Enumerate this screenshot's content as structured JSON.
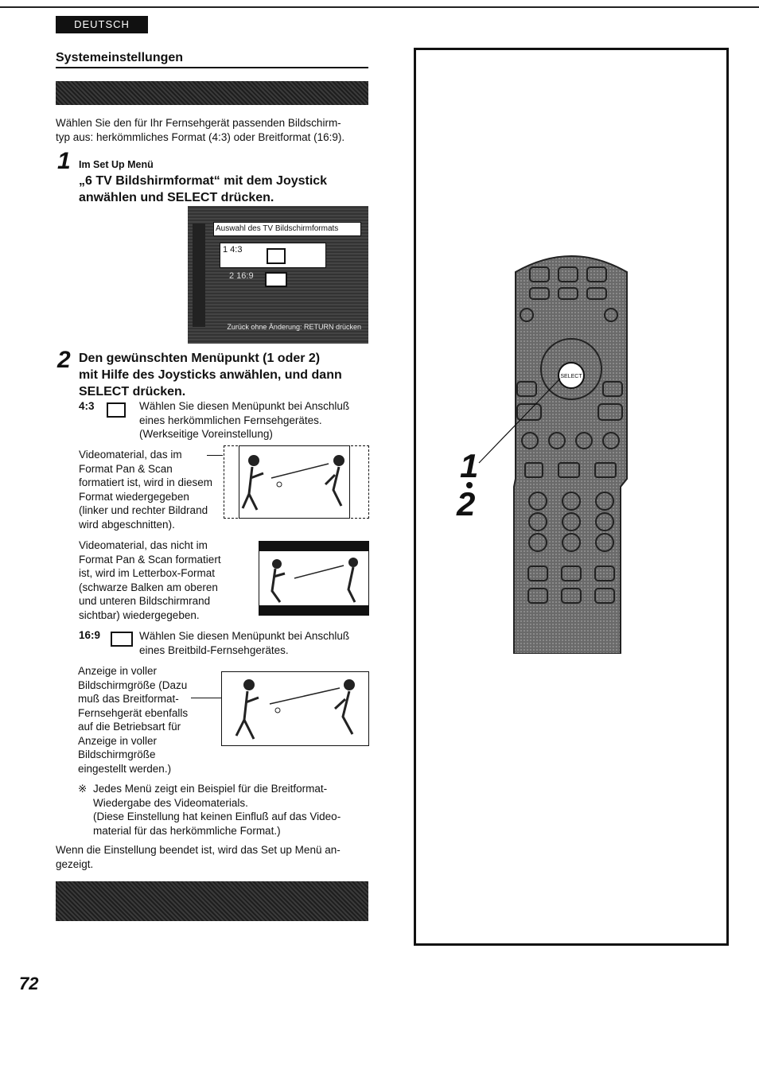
{
  "header": {
    "language": "DEUTSCH",
    "section_title": "Systemeinstellungen"
  },
  "intro": {
    "line1": "Wählen Sie den für Ihr Fernsehgerät passenden Bildschirm-",
    "line2": "typ aus: herkömmliches Format (4:3) oder Breitformat (16:9)."
  },
  "step1": {
    "number": "1",
    "sub": "Im Set Up Menü",
    "head1": "„6 TV Bildshirmformat“ mit dem Joystick",
    "head2": "anwählen und SELECT drücken."
  },
  "menu_screen": {
    "title": "Auswahl des TV Bildschirmformats",
    "option1": "1 4:3",
    "option2": "2 16:9",
    "footer": "Zurück ohne Änderung: RETURN drücken"
  },
  "step2": {
    "number": "2",
    "head1": "Den gewünschten Menüpunkt (1 oder 2)",
    "head2": "mit Hilfe des Joysticks anwählen, und dann",
    "head3": "SELECT drücken."
  },
  "opt43": {
    "label": "4:3",
    "desc1": "Wählen Sie diesen Menüpunkt bei Anschluß",
    "desc2": "eines herkömmlichen Fernsehgerätes.",
    "desc3": "(Werkseitige Voreinstellung)",
    "pan_lines": [
      "Videomaterial, das im",
      "Format Pan & Scan",
      "formatiert ist, wird in diesem",
      "Format wiedergegeben",
      "(linker und rechter Bildrand",
      "wird abgeschnitten)."
    ],
    "letterbox_lines": [
      "Videomaterial, das nicht im",
      "Format Pan & Scan formatiert",
      "ist, wird im Letterbox-Format",
      "(schwarze Balken am oberen",
      "und unteren Bildschirmrand",
      "sichtbar) wiedergegeben."
    ]
  },
  "opt169": {
    "label": "16:9",
    "desc1": "Wählen Sie diesen Menüpunkt bei Anschluß",
    "desc2": "eines Breitbild-Fernsehgerätes.",
    "full_lines": [
      "Anzeige in voller",
      "Bildschirmgröße (Dazu",
      "muß das Breitformat-",
      "Fernsehgerät ebenfalls",
      "auf die Betriebsart für",
      "Anzeige in voller",
      "Bildschirmgröße",
      "eingestellt werden.)"
    ]
  },
  "note": {
    "mark": "※",
    "line1": "Jedes Menü zeigt ein Beispiel für die Breitformat-",
    "line2": "Wiedergabe des Videomaterials.",
    "line3": "(Diese Einstellung hat keinen Einfluß auf das Video-",
    "line4": "material für das herkömmliche Format.)"
  },
  "closing": {
    "line1": "Wenn die Einstellung beendet ist, wird das Set up Menü an-",
    "line2": "gezeigt."
  },
  "remote": {
    "select_label": "SELECT",
    "step_a": "1",
    "step_b": "2"
  },
  "page_number": "72"
}
